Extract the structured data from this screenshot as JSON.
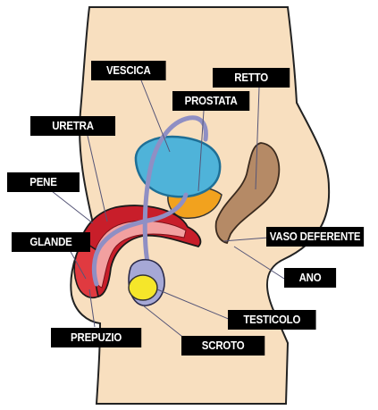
{
  "labels": {
    "vescica": "VESCICA",
    "retto": "RETTO",
    "prostata": "PROSTATA",
    "uretra": "URETRA",
    "pene": "PENE",
    "glande": "GLANDE",
    "vaso_deferente": "VASO DEFERENTE",
    "ano": "ANO",
    "testicolo": "TESTICOLO",
    "scroto": "SCROTO",
    "prepuzio": "PREPUZIO"
  },
  "colors": {
    "skin": "#f8dfbf",
    "bladder": "#4fb3d9",
    "bladder_dark": "#1e6f96",
    "rectum": "#b58a66",
    "prostate": "#f2a21e",
    "penis_red": "#c81e2a",
    "penis_light": "#f2a0a0",
    "duct": "#8f8fc4",
    "testicle": "#f5e62a",
    "scrotum": "#a6a8d6",
    "label_bg": "#000000",
    "label_text": "#ffffff"
  }
}
